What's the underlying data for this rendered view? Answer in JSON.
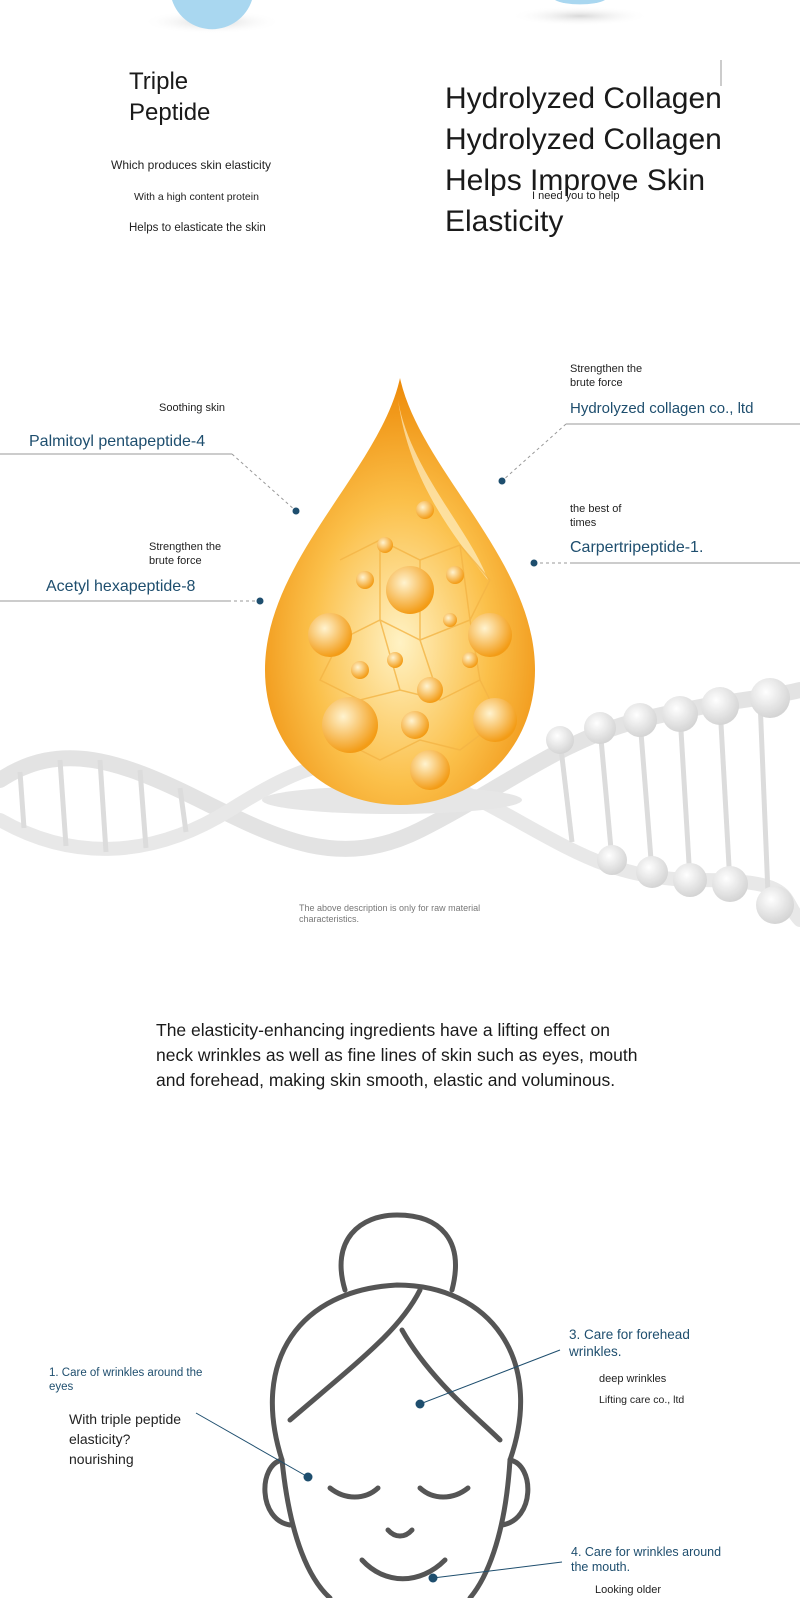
{
  "top": {
    "left_title": "Triple\nPeptide",
    "left_lines": [
      "Which produces skin elasticity",
      "With a high content protein",
      "Helps to elasticate the skin"
    ],
    "right_lines": [
      "Hydrolyzed Collagen",
      "Hydrolyzed Collagen",
      "Helps Improve Skin",
      "Elasticity"
    ],
    "right_note": "I need you to help"
  },
  "ingredients": {
    "palmitoyl": {
      "caption": "Soothing skin",
      "name": "Palmitoyl pentapeptide-4"
    },
    "acetyl": {
      "caption": "Strengthen the\nbrute force",
      "name": "Acetyl hexapeptide-8"
    },
    "hydrolyzed": {
      "caption": "Strengthen the\nbrute force",
      "name": "Hydrolyzed collagen co., ltd"
    },
    "carper": {
      "caption": "the best of\ntimes",
      "name": "Carpertripeptide-1."
    }
  },
  "disclaimer": "The above description is only for raw material characteristics.",
  "paragraph": "The elasticity-enhancing ingredients have a lifting effect on neck wrinkles as well as fine lines of skin such as eyes, mouth and forehead, making skin smooth, elastic and voluminous.",
  "face": {
    "eyes": {
      "label": "1. Care of wrinkles around the eyes",
      "text": "With triple peptide\nelasticity?\nnourishing"
    },
    "forehead": {
      "label": "3. Care for forehead\nwrinkles.",
      "line1": "deep wrinkles",
      "line2": "Lifting care co., ltd"
    },
    "mouth": {
      "label": "4. Care for wrinkles around\nthe mouth.",
      "line1": "Looking older"
    }
  },
  "colors": {
    "accent": "#1e4e6e",
    "drop": "#f5a623",
    "dna": "#dcdcdc"
  }
}
